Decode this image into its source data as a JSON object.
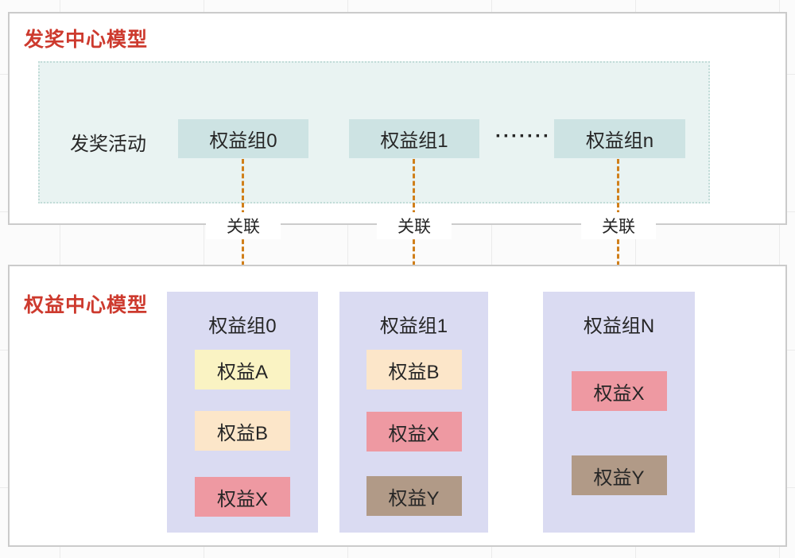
{
  "award_center": {
    "title": "发奖中心模型",
    "activity_label": "发奖活动",
    "groups": [
      {
        "label": "权益组0"
      },
      {
        "label": "权益组1"
      },
      {
        "label": "权益组n"
      }
    ],
    "ellipsis": "·······",
    "link_label": "关联"
  },
  "benefit_center": {
    "title": "权益中心模型",
    "groups": [
      {
        "title": "权益组0",
        "items": [
          {
            "label": "权益A",
            "color": "#faf3c3"
          },
          {
            "label": "权益B",
            "color": "#fce6c9"
          },
          {
            "label": "权益X",
            "color": "#ee99a2"
          }
        ]
      },
      {
        "title": "权益组1",
        "items": [
          {
            "label": "权益B",
            "color": "#fce6c9"
          },
          {
            "label": "权益X",
            "color": "#ee99a2"
          },
          {
            "label": "权益Y",
            "color": "#b19a87"
          }
        ]
      },
      {
        "title": "权益组N",
        "items": [
          {
            "label": "权益X",
            "color": "#ee99a2"
          },
          {
            "label": "权益Y",
            "color": "#b19a87"
          }
        ]
      }
    ]
  },
  "colors": {
    "accent_red": "#cd3a2e",
    "arrow_orange": "#d07f1a",
    "teal_box": "#cde3e3",
    "teal_area": "#e9f3f2",
    "lavender_group": "#dadbf2"
  }
}
